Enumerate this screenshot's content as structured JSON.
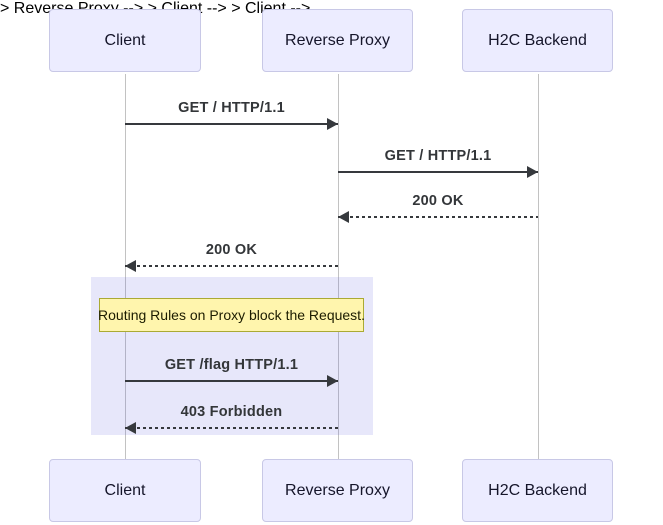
{
  "diagram": {
    "type": "sequence-diagram",
    "actors": [
      {
        "id": "client",
        "label": "Client"
      },
      {
        "id": "reverse-proxy",
        "label": "Reverse Proxy"
      },
      {
        "id": "h2c-backend",
        "label": "H2C Backend"
      }
    ],
    "messages": [
      {
        "from": "client",
        "to": "reverse-proxy",
        "label": "GET / HTTP/1.1",
        "line": "solid",
        "arrow": "right"
      },
      {
        "from": "reverse-proxy",
        "to": "h2c-backend",
        "label": "GET / HTTP/1.1",
        "line": "solid",
        "arrow": "right"
      },
      {
        "from": "h2c-backend",
        "to": "reverse-proxy",
        "label": "200 OK",
        "line": "dotted",
        "arrow": "left"
      },
      {
        "from": "reverse-proxy",
        "to": "client",
        "label": "200 OK",
        "line": "dotted",
        "arrow": "left"
      },
      {
        "from": "client",
        "to": "reverse-proxy",
        "label": "GET /flag HTTP/1.1",
        "line": "solid",
        "arrow": "right"
      },
      {
        "from": "reverse-proxy",
        "to": "client",
        "label": "403 Forbidden",
        "line": "dotted",
        "arrow": "left"
      }
    ],
    "note": {
      "text": "Routing Rules on Proxy block the Request."
    },
    "colors": {
      "actor_fill": "#ECECFF",
      "actor_border": "#C8C8E6",
      "note_fill": "#FFF5AD",
      "note_border": "#AAAA33",
      "highlight_fill": "rgba(105,105,225,0.155)",
      "line": "#36393D",
      "lifeline": "#C2C2C2"
    }
  }
}
